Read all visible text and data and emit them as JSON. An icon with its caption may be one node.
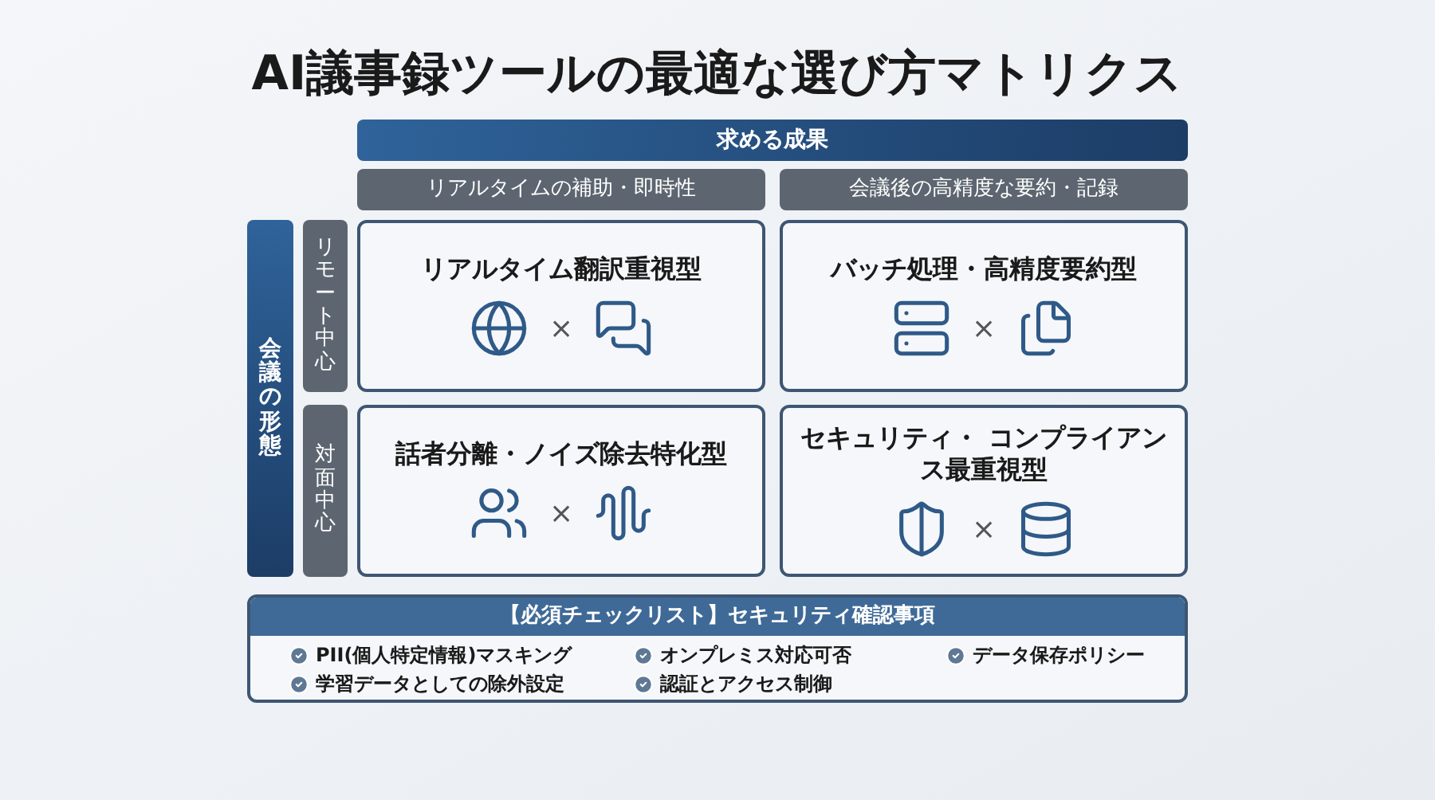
{
  "diagram": {
    "title": "AI議事録ツールの最適な選び方マトリクス",
    "nodes": [
      {
        "text": [
          "求める成果"
        ]
      },
      {
        "text": [
          "リアルタイムの補助・即時性"
        ]
      },
      {
        "text": [
          "会議後の高精度な要約・記録"
        ]
      },
      {
        "text": [
          "会議の形態"
        ]
      },
      {
        "text": [
          "リモート中心"
        ]
      },
      {
        "text": [
          "対面中心"
        ]
      },
      {
        "text": [
          "リアルタイム翻訳重視型"
        ]
      },
      {
        "text": [
          "バッチ処理・高精度要約型"
        ]
      },
      {
        "text": [
          "話者分離・ノイズ除去特化型"
        ]
      },
      {
        "text": [
          "セキュリティ・ コンプライアンス最重視型"
        ]
      },
      {
        "text": [
          "【必須チェックリスト】セキュリティ確認事項"
        ]
      }
    ],
    "labels": [
      "×",
      "×",
      "×",
      "×",
      "PII(個人特定情報)マスキング",
      "オンプレミス対応可否",
      "データ保存ポリシー",
      "学習データとしての除外設定",
      "認証とアクセス制御"
    ]
  }
}
